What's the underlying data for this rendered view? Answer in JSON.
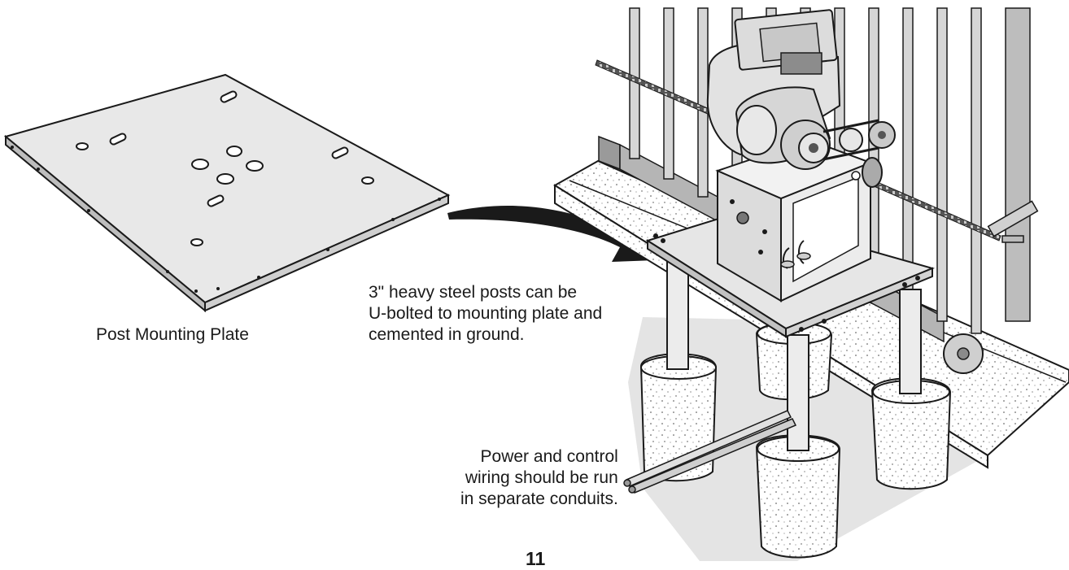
{
  "captions": {
    "mounting_plate": "Post Mounting Plate",
    "posts": [
      "3\" heavy steel posts can be",
      "U-bolted to mounting plate and",
      "cemented in ground."
    ],
    "wiring": [
      "Power and control",
      "wiring should be run",
      "in separate conduits."
    ]
  },
  "page_number": "11"
}
